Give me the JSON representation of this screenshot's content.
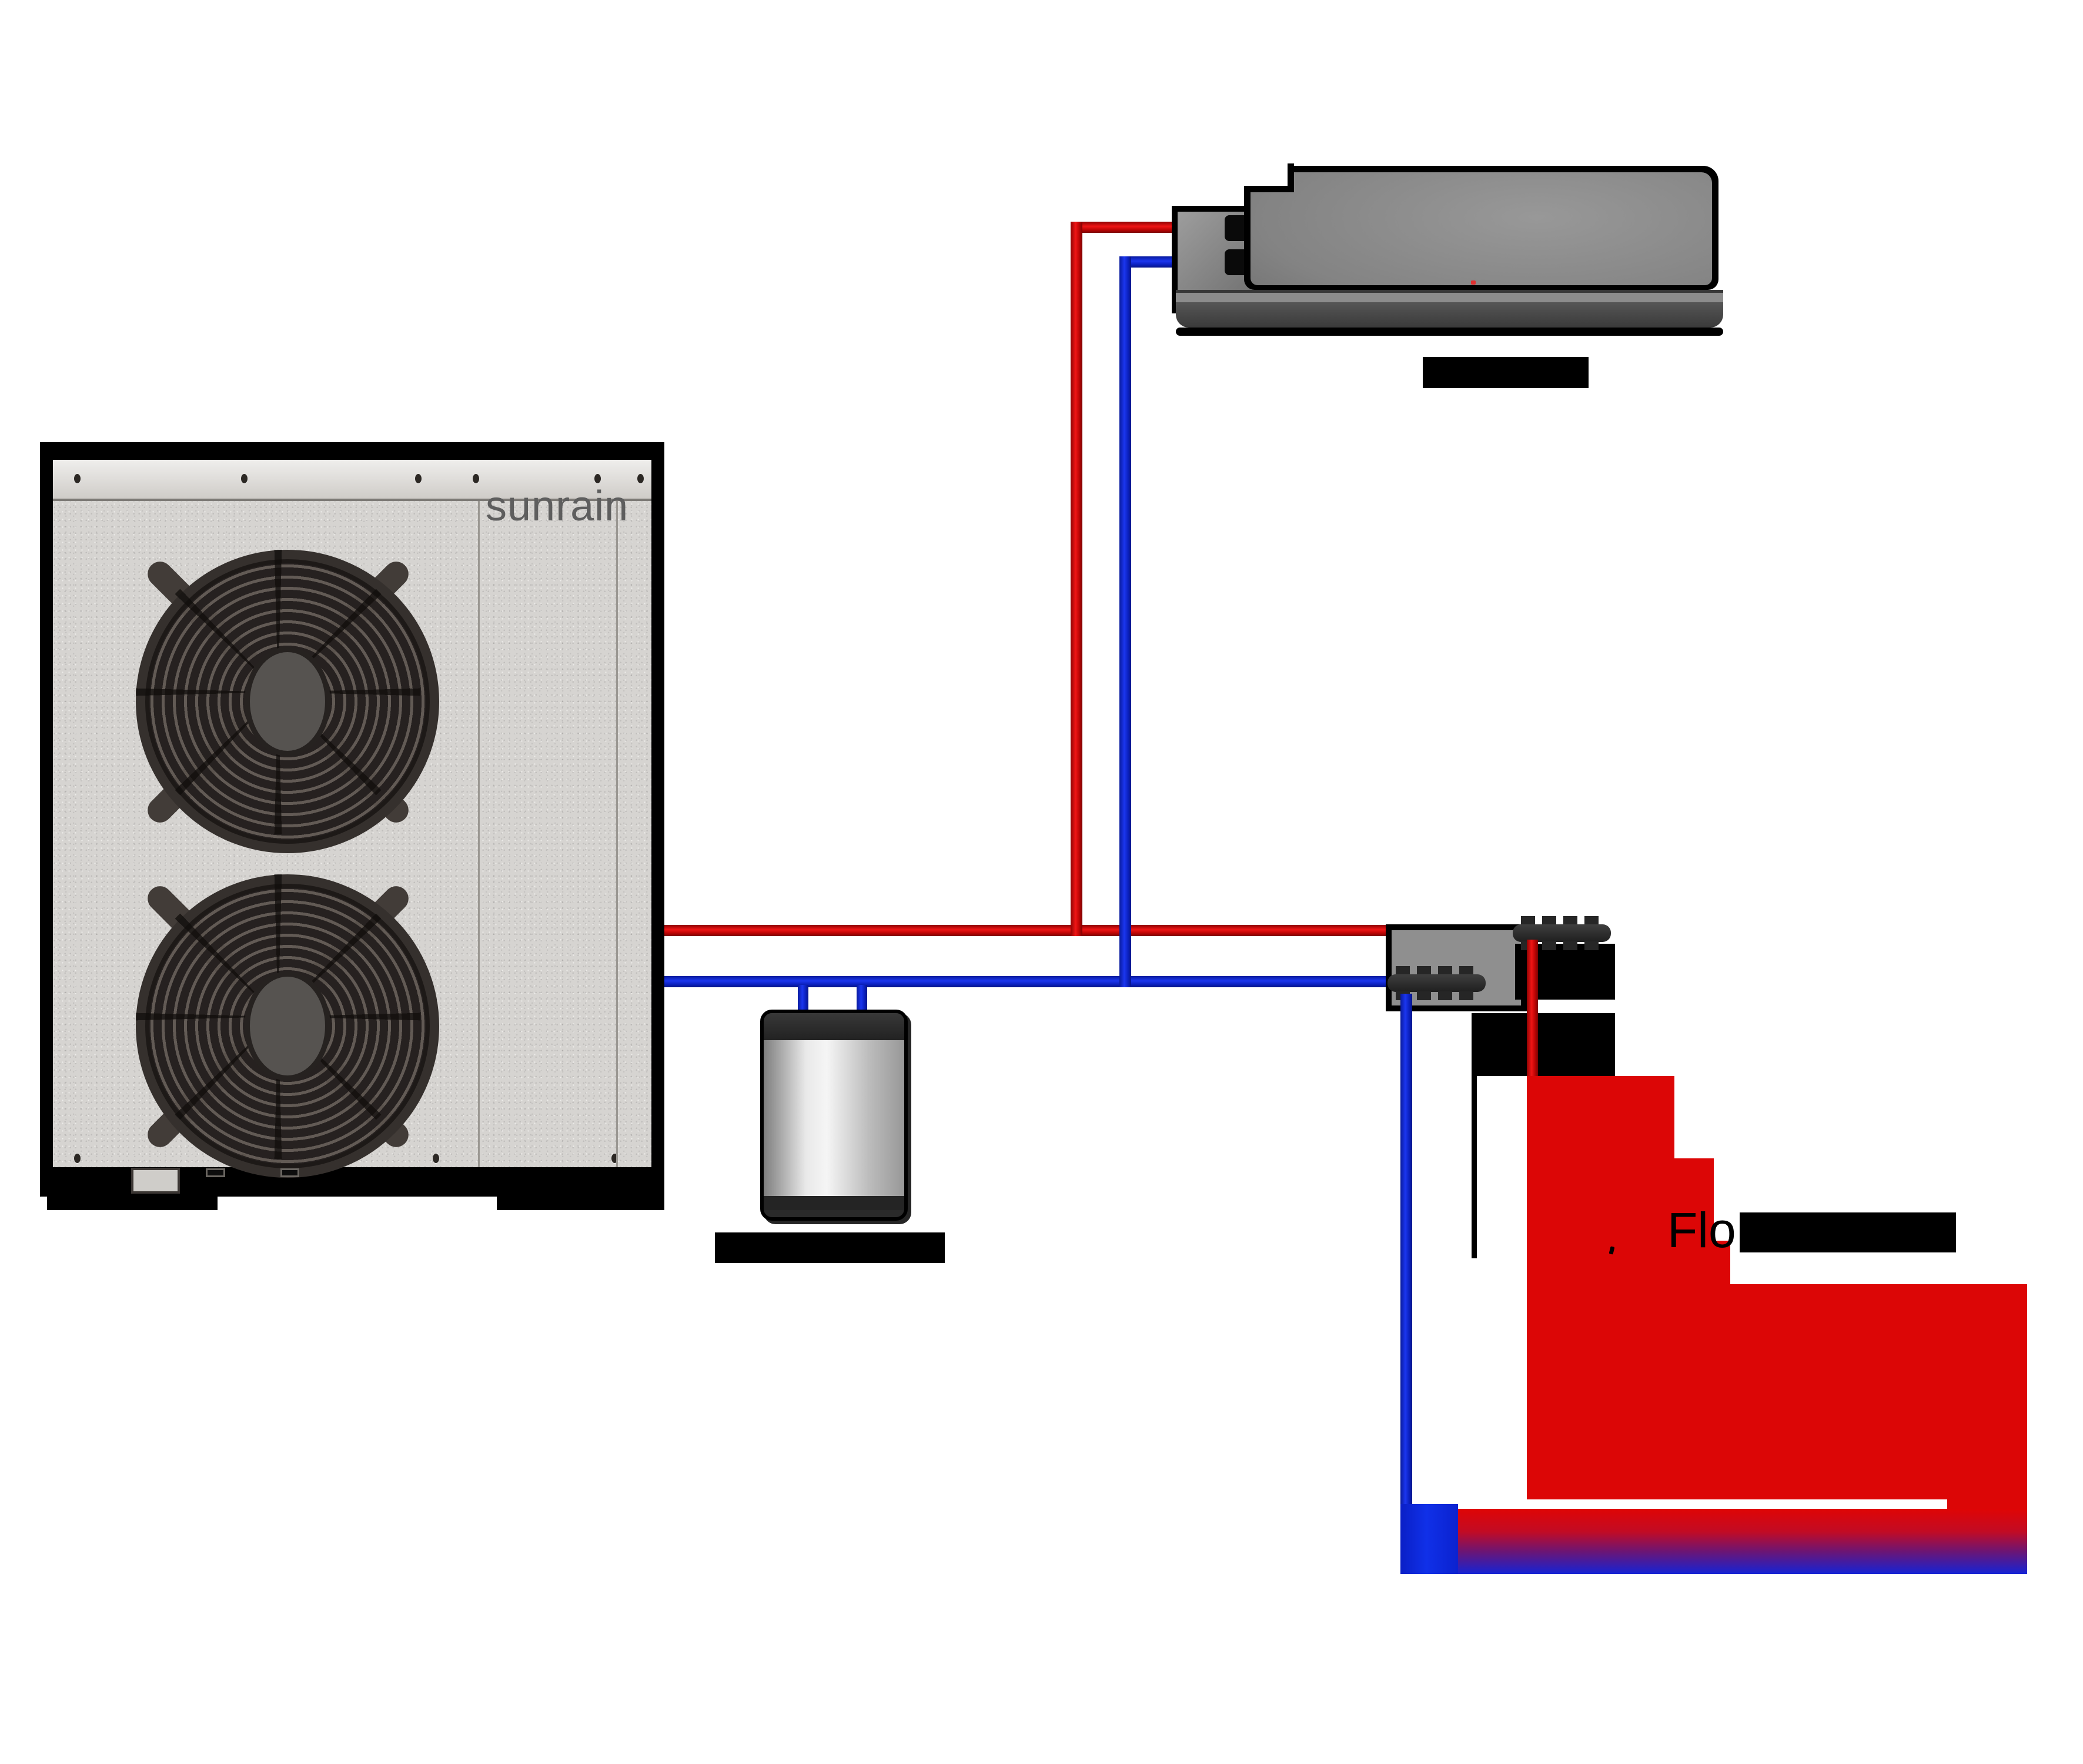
{
  "brand_label": "sunrain",
  "floor_heating_label": {
    "visible_text": "Flo",
    "rest_covered_by_black_bar": true
  },
  "redacted_labels": {
    "indoor_unit_label": "",
    "buffer_tank_label": "",
    "manifold_label_line1": "",
    "manifold_label_line2": ""
  },
  "components": {
    "outdoor_unit": "heat pump outdoor unit with two fans",
    "indoor_unit": "ceiling ducted indoor unit",
    "tank": "buffer tank",
    "manifold": "floor heating manifold (supply and return headers)",
    "floor_heating": "floor heating loop with hot-to-cold gradient slab"
  },
  "colors": {
    "supply_pipe_red": "#d60808",
    "return_pipe_blue": "#0b24da",
    "floor_gradient_top": "#df0505",
    "floor_gradient_bottom": "#1423d6",
    "cabinet_gray": "#d6d4d1",
    "brand_text_gray": "#5e5e5e",
    "label_bar_black": "#000000"
  }
}
